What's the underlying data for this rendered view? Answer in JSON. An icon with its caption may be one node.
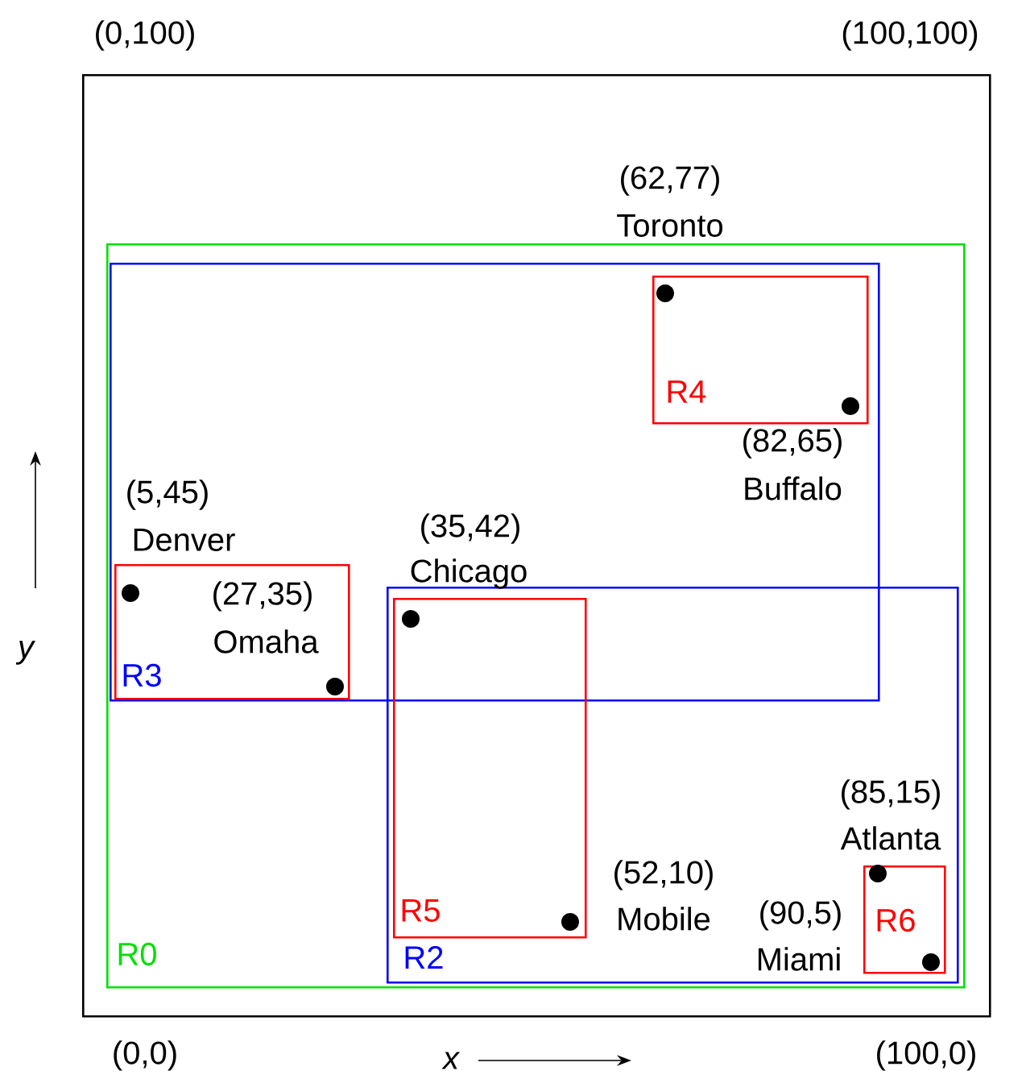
{
  "diagram": {
    "nodes": [
      {
        "text": [],
        "shape": "box"
      },
      {
        "text": [
          "R0"
        ],
        "in": 0
      },
      {
        "text": [],
        "shape": "box",
        "in": 1
      },
      {
        "text": [
          "R2"
        ],
        "in": 1
      },
      {
        "text": [
          "R4"
        ],
        "in": 2
      },
      {
        "text": [
          "R3"
        ],
        "in": 2
      },
      {
        "text": [
          "R5"
        ],
        "in": 3
      },
      {
        "text": [
          "R6"
        ],
        "in": 3
      },
      {
        "text": [],
        "shape": "circle",
        "in": 4,
        "beside": [
          "(62,77)",
          "Toronto"
        ]
      },
      {
        "text": [],
        "shape": "circle",
        "in": 4,
        "beside": [
          "(82,65)",
          "Buffalo"
        ]
      },
      {
        "text": [],
        "shape": "circle",
        "in": 5,
        "beside": [
          "(5,45)",
          "Denver"
        ]
      },
      {
        "text": [],
        "shape": "circle",
        "in": 5,
        "beside": [
          "(27,35)",
          "Omaha"
        ]
      },
      {
        "text": [],
        "shape": "circle",
        "beside": [
          "(35,42)",
          "Chicago"
        ]
      },
      {
        "text": [],
        "shape": "circle",
        "in": 6,
        "beside": [
          "(52,10)",
          "Mobile"
        ]
      },
      {
        "text": [],
        "shape": "circle",
        "in": 7,
        "beside": [
          "(85,15)",
          "Atlanta"
        ]
      },
      {
        "text": [],
        "shape": "circle",
        "in": 7,
        "beside": [
          "(90,5)",
          "Miami"
        ]
      }
    ],
    "labels": [
      "(0,100)",
      "(100,100)",
      "y",
      "(0,0)",
      "x",
      "(100,0)"
    ]
  }
}
